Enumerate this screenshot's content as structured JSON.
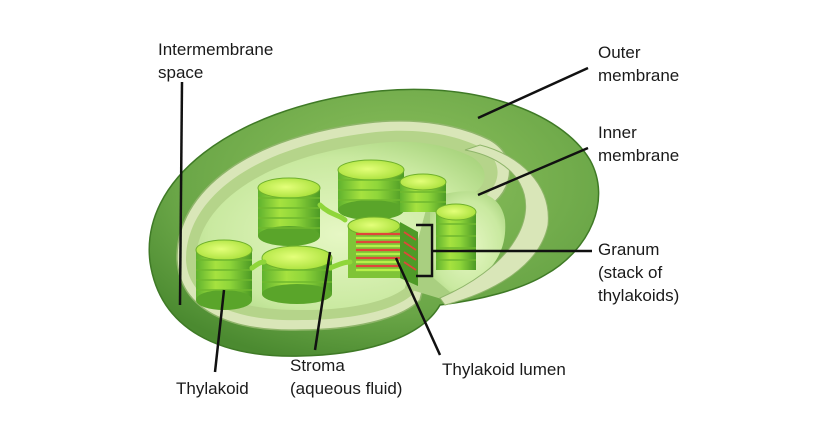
{
  "labels": {
    "intermembrane_space": [
      "Intermembrane",
      "space"
    ],
    "outer_membrane": [
      "Outer",
      "membrane"
    ],
    "inner_membrane": [
      "Inner",
      "membrane"
    ],
    "granum": [
      "Granum",
      "(stack of",
      "thylakoids)"
    ],
    "thylakoid": [
      "Thylakoid"
    ],
    "stroma": [
      "Stroma",
      "(aqueous fluid)"
    ],
    "thylakoid_lumen": [
      "Thylakoid lumen"
    ]
  },
  "colors": {
    "outer_membrane": "#6da84a",
    "outer_membrane_dark": "#4d8a32",
    "inner_membrane": "#dfe8bf",
    "intermembrane_space": "#a8cc78",
    "stroma": "#c6e8a6",
    "thylakoid_light": "#c8f24a",
    "thylakoid_mid": "#8fd63a",
    "thylakoid_dark": "#4fa82a",
    "lumen": "#e0463a",
    "leader_lines": "#111111"
  }
}
